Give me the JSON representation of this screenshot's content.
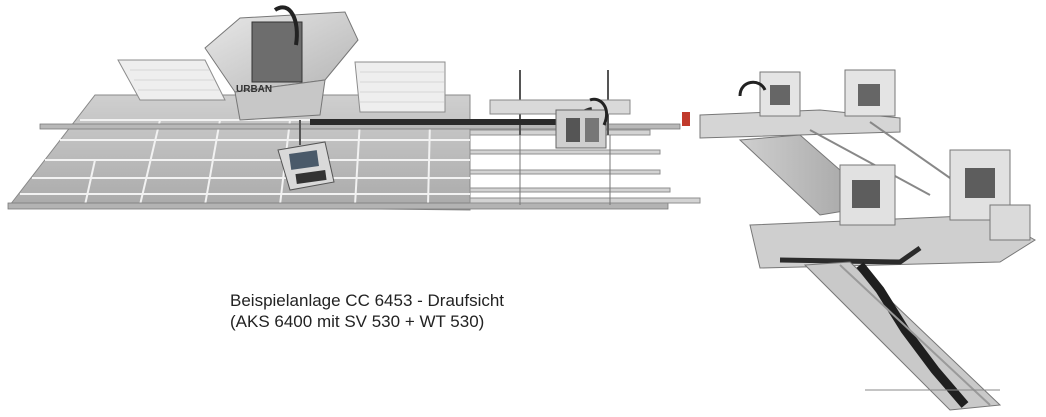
{
  "machine": {
    "brand_label": "URBAN"
  },
  "caption": {
    "line1": "Beispielanlage CC 6453 - Draufsicht",
    "line2": "(AKS 6400 mit SV 530 + WT 530)"
  },
  "colors": {
    "frame": "#c9c9c9",
    "frame_dark": "#8a8a8a",
    "table_fill": "#bdbdbd",
    "cabin": "#d6d6d6",
    "chain": "#2b2b2b",
    "accent_red": "#c0392b"
  }
}
